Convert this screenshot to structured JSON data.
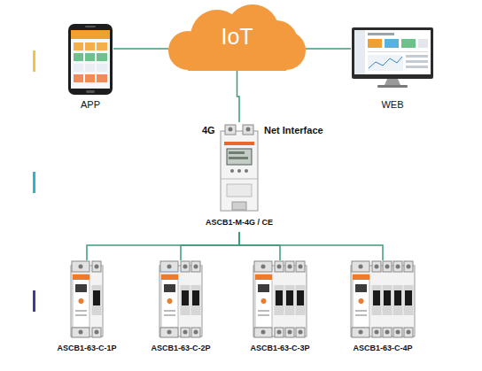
{
  "diagram": {
    "nodes": [
      {
        "text": [
          "APP"
        ]
      },
      {
        "text": [
          "IoT"
        ]
      },
      {
        "text": [
          "WEB"
        ]
      },
      {
        "text": [
          "ASCB1-M-4G / CE"
        ]
      },
      {
        "text": [
          "ASCB1-63-C-1P"
        ]
      },
      {
        "text": [
          "ASCB1-63-C-2P"
        ]
      },
      {
        "text": [
          "ASCB1-63-C-3P"
        ]
      },
      {
        "text": [
          "ASCB1-63-C-4P"
        ]
      }
    ],
    "edges": [
      {
        "from": 0,
        "to": 1,
        "arrow": "none"
      },
      {
        "from": 1,
        "to": 2,
        "arrow": "none"
      },
      {
        "from": 1,
        "to": 3,
        "arrow": "none"
      },
      {
        "from": 3,
        "to": 4,
        "arrow": "none"
      },
      {
        "from": 3,
        "to": 5,
        "arrow": "none"
      },
      {
        "from": 3,
        "to": 6,
        "arrow": "none"
      },
      {
        "from": 3,
        "to": 7,
        "arrow": "none"
      }
    ],
    "labels": [
      "4G",
      "Net Interface"
    ]
  }
}
